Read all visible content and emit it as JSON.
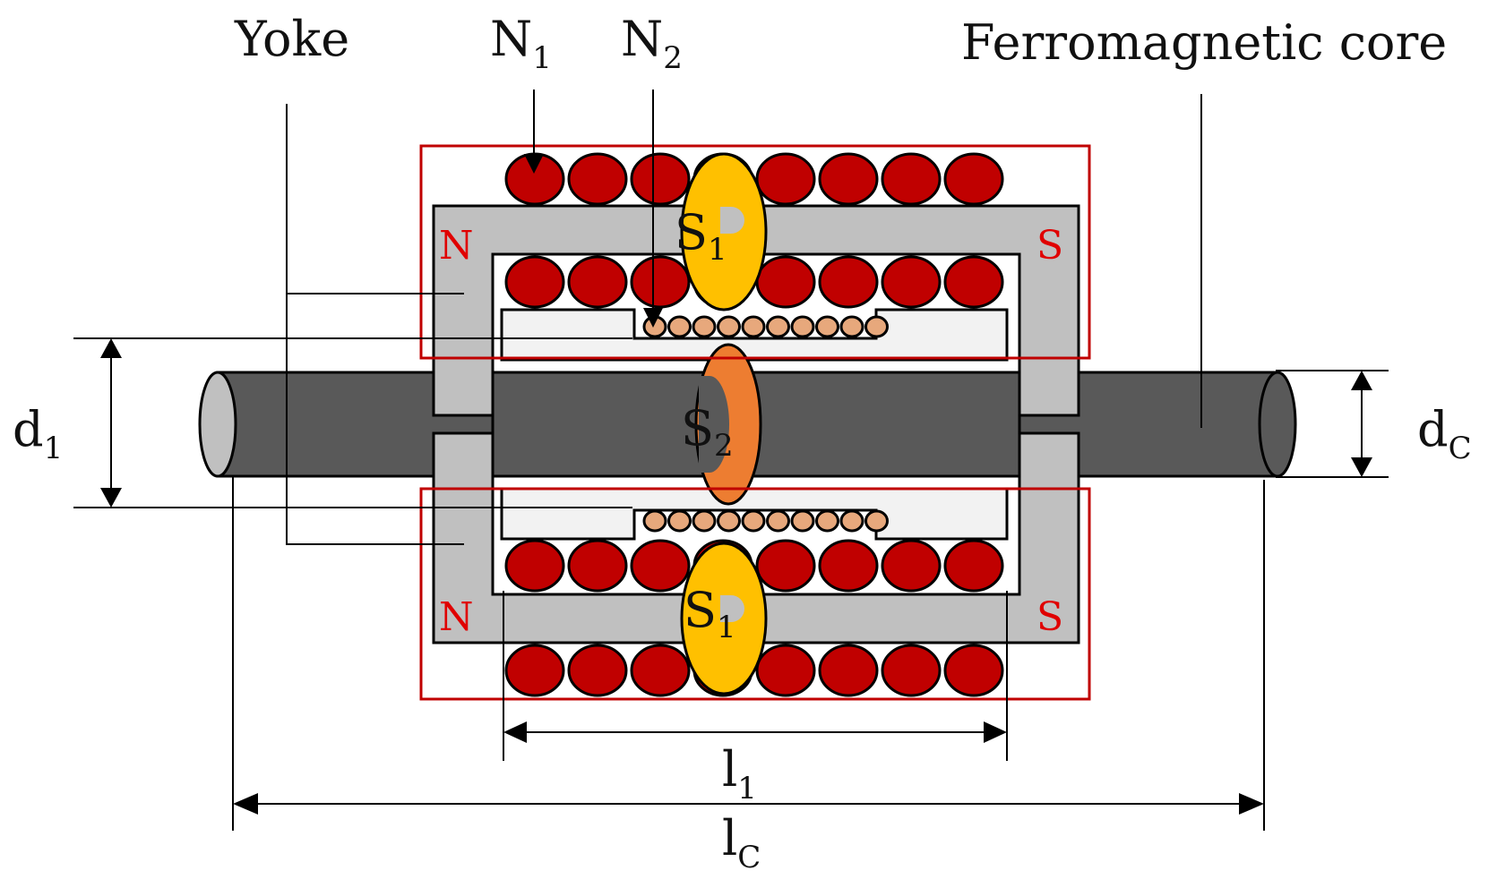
{
  "labels": {
    "yoke": "Yoke",
    "n1": {
      "base": "N",
      "sub": "1"
    },
    "n2": {
      "base": "N",
      "sub": "2"
    },
    "core": "Ferromagnetic core",
    "s1": {
      "base": "S",
      "sub": "1"
    },
    "s2": {
      "base": "S",
      "sub": "2"
    },
    "d1": {
      "base": "d",
      "sub": "1"
    },
    "dc": {
      "base": "d",
      "sub": "C"
    },
    "l1": {
      "base": "l",
      "sub": "1"
    },
    "lc": {
      "base": "l",
      "sub": "C"
    },
    "pole_n": "N",
    "pole_s": "S"
  },
  "colors": {
    "coil": "#c00000",
    "coil_outline": "#000000",
    "yoke": "#c0c0c0",
    "core": "#595959",
    "s1_surface": "#ffc000",
    "s2_surface": "#ed7d31",
    "n2_winding": "#e7a87c",
    "frame": "#c00000",
    "pole_text": "#e00000",
    "bobbin": "#f2f2f2"
  },
  "winding_counts": {
    "n1_turns_per_row": 8,
    "n2_turns_per_row": 10
  }
}
